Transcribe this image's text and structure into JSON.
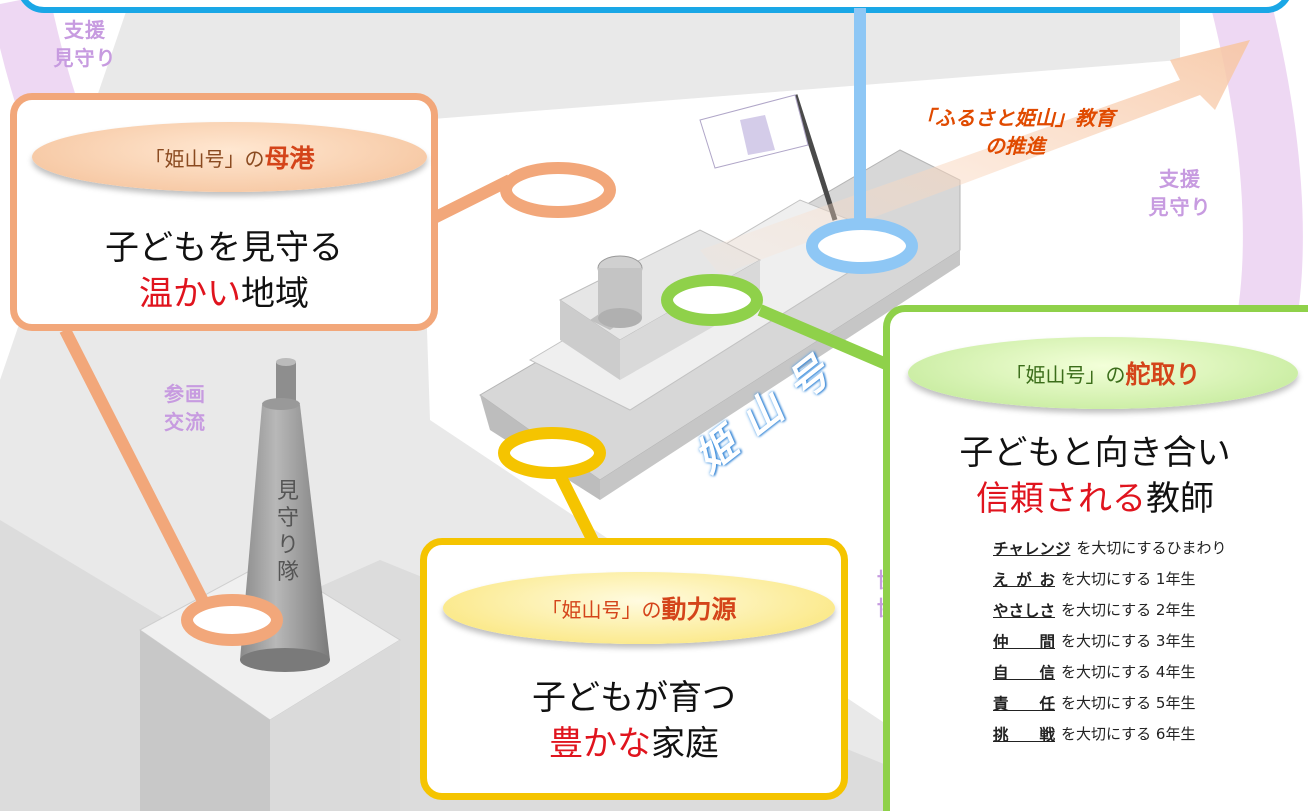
{
  "colors": {
    "accent_orange": "#f2a77a",
    "accent_green": "#8fd14a",
    "accent_yellow": "#f5c400",
    "accent_blue": "#8ec7f5",
    "top_bar": "#1aa7e6",
    "arc": "#ecd4f2",
    "highlight_red": "#e0141e"
  },
  "side_labels": {
    "top_left": [
      "支援",
      "見守り"
    ],
    "right": [
      "支援",
      "見守り"
    ],
    "left": [
      "参画",
      "交流"
    ],
    "bottom_right": [
      "協力",
      "協働"
    ]
  },
  "arrow_label": [
    "「ふるさと姫山」教育",
    "の推進"
  ],
  "ship_name": "姫山号",
  "tower_label": "見守り隊",
  "boxes": {
    "community": {
      "oval_prefix": "「姫山号」の",
      "oval_emph": "母港",
      "line1": "子どもを見守る",
      "line2_red": "温かい",
      "line2_rest": "地域"
    },
    "teachers": {
      "oval_prefix": "「姫山号」の",
      "oval_emph": "舵取り",
      "line1": "子どもと向き合い",
      "line2_red": "信頼される",
      "line2_rest": "教師"
    },
    "family": {
      "oval_prefix": "「姫山号」の",
      "oval_emph": "動力源",
      "line1": "子どもが育つ",
      "line2_red": "豊かな",
      "line2_rest": "家庭"
    }
  },
  "mottos": [
    {
      "word": "チャレンジ",
      "text": "を大切にするひまわり"
    },
    {
      "word": "えがお",
      "text": "を大切にする 1年生"
    },
    {
      "word": "やさしさ",
      "text": "を大切にする 2年生"
    },
    {
      "word": "仲間",
      "text": "を大切にする 3年生"
    },
    {
      "word": "自信",
      "text": "を大切にする 4年生"
    },
    {
      "word": "責任",
      "text": "を大切にする 5年生"
    },
    {
      "word": "挑戦",
      "text": "を大切にする 6年生"
    }
  ]
}
